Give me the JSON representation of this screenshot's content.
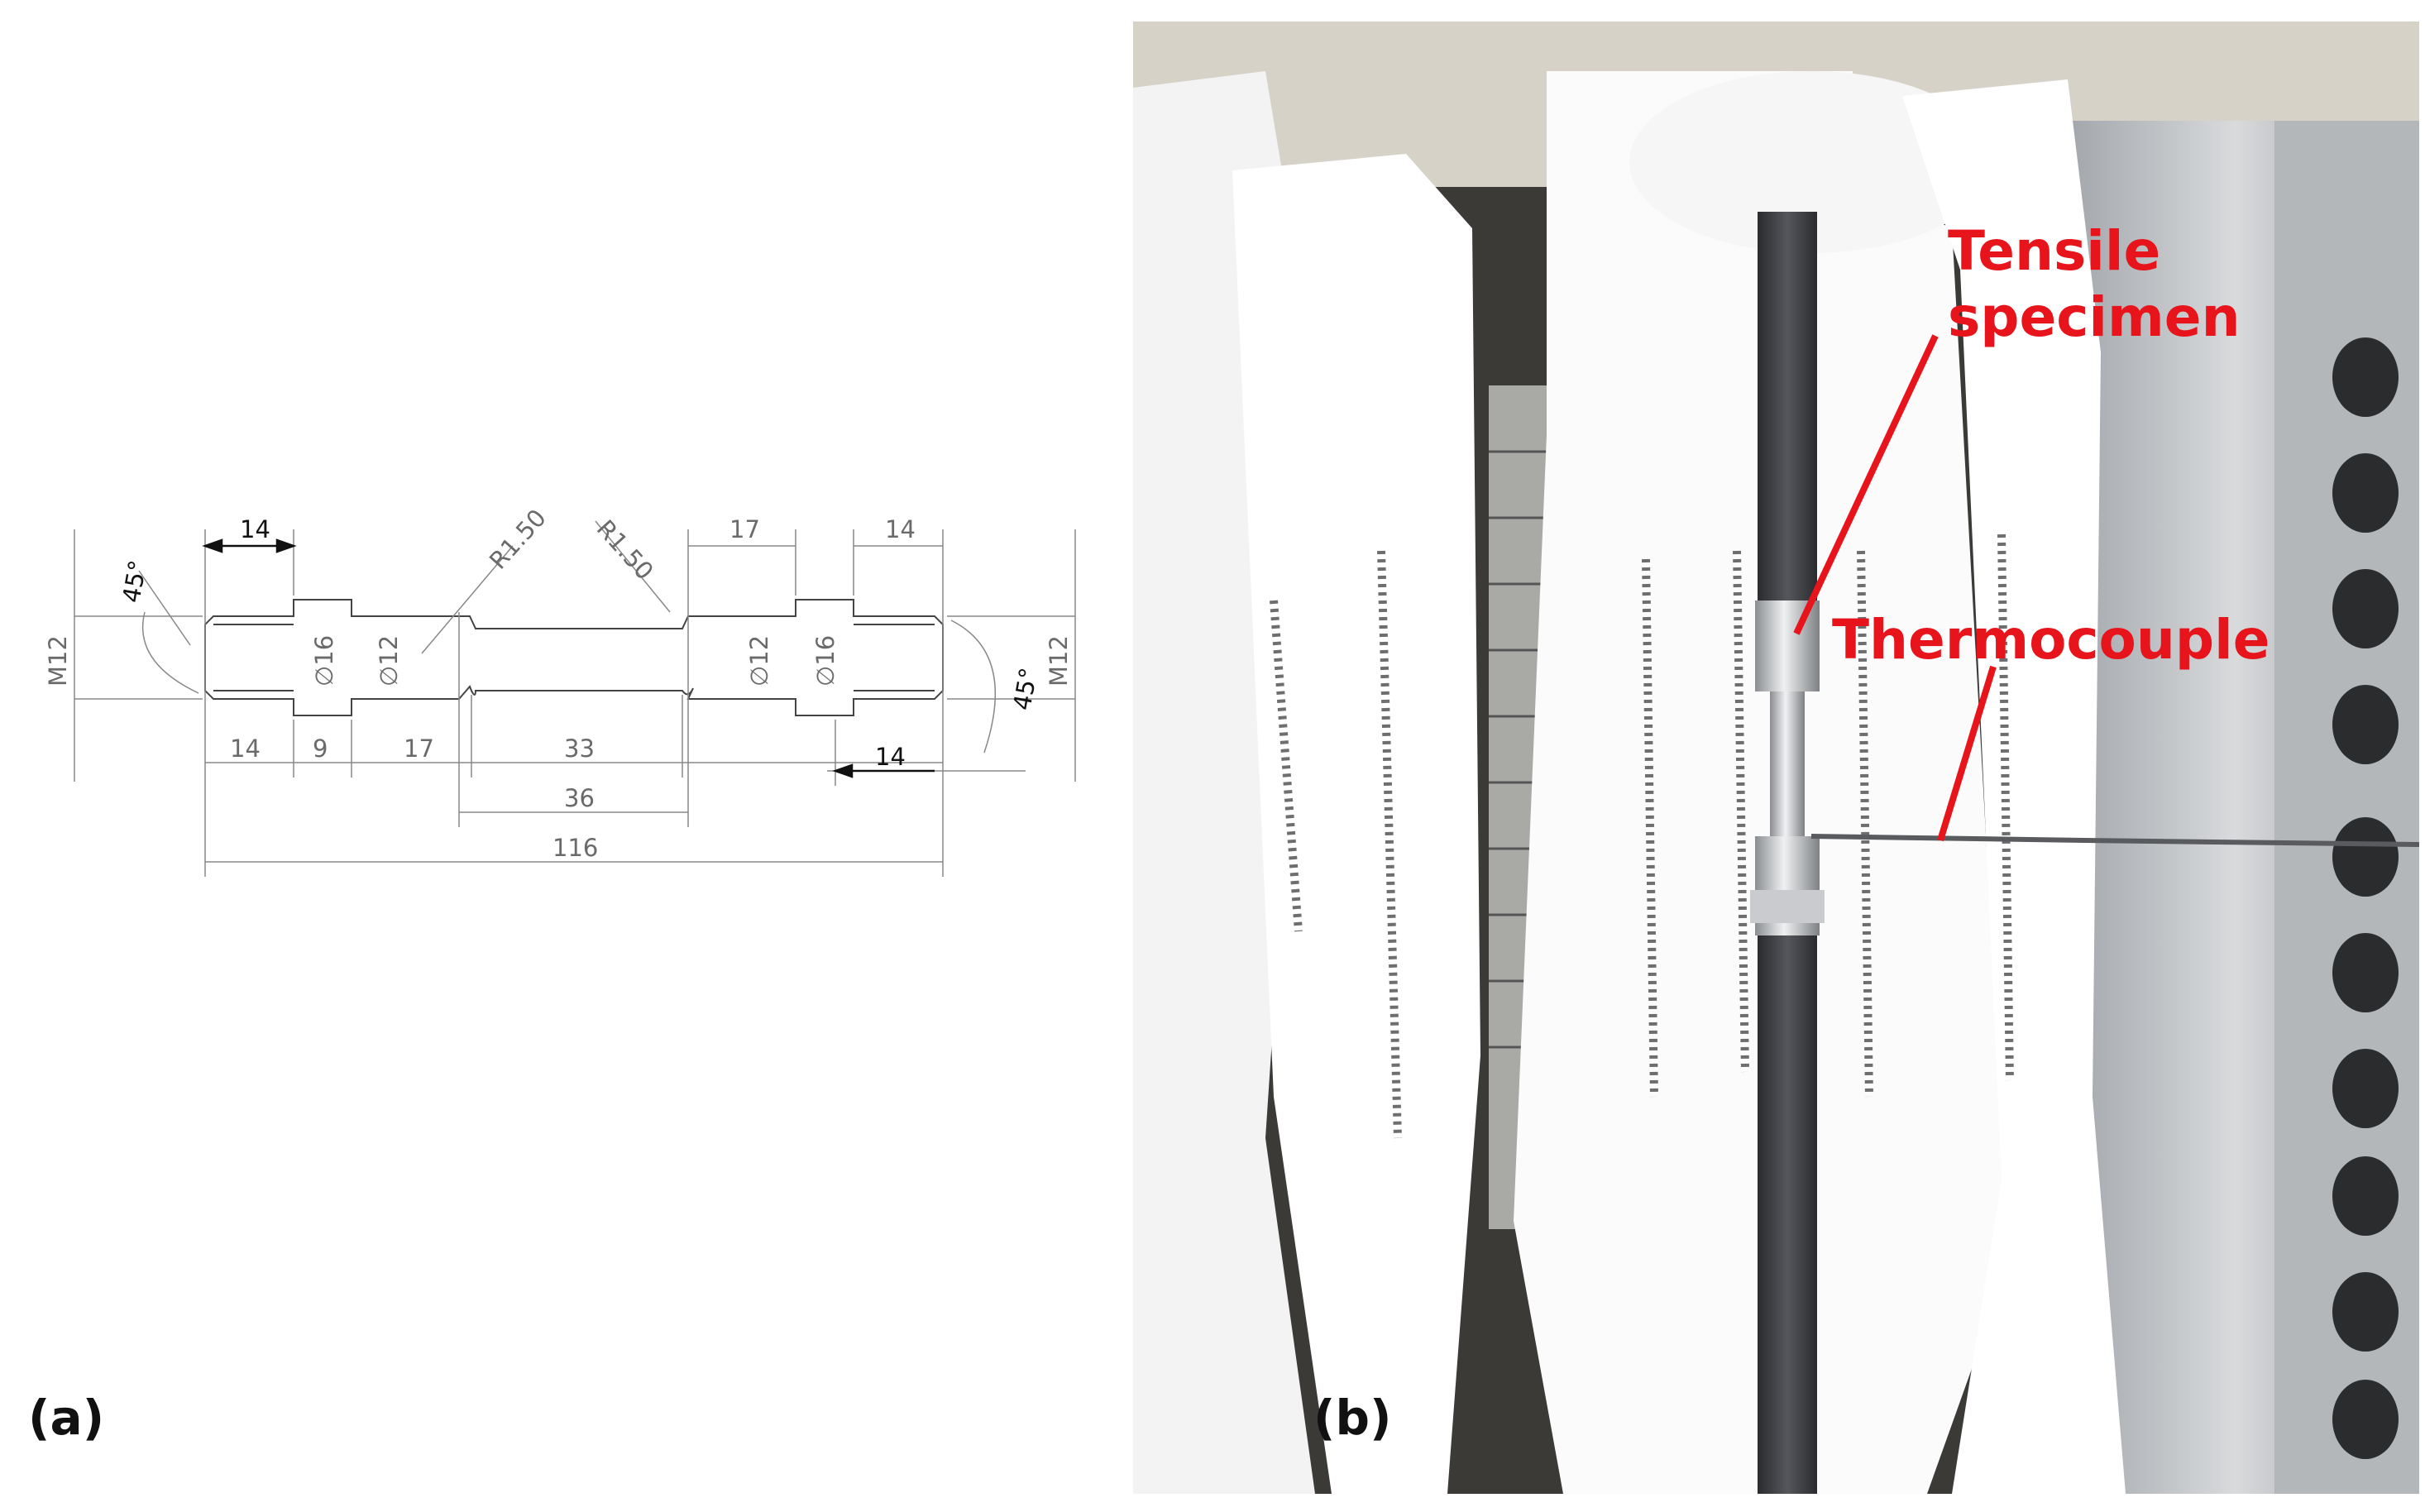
{
  "panels": {
    "a": {
      "label": "(a)"
    },
    "b": {
      "label": "(b)"
    }
  },
  "drawing": {
    "dimensions": {
      "top_left_14": "14",
      "top_right_17": "17",
      "top_right_14": "14",
      "radius_left": "R1.50",
      "radius_right": "R1.50",
      "thread_left": "M12",
      "thread_right": "M12",
      "chamfer_left": "45°",
      "chamfer_right": "45°",
      "dia_16_left": "∅16",
      "dia_12_left": "∅12",
      "dia_12_right": "∅12",
      "dia_16_right": "∅16",
      "bottom_14": "14",
      "bottom_9": "9",
      "bottom_17": "17",
      "bottom_33": "33",
      "bottom_right_14": "14",
      "total_36": "36",
      "total_116": "116"
    }
  },
  "photo": {
    "callouts": {
      "tensile_line1": "Tensile",
      "tensile_line2": "specimen",
      "thermocouple": "Thermocouple"
    },
    "colors": {
      "callout": "#e8141c"
    }
  }
}
